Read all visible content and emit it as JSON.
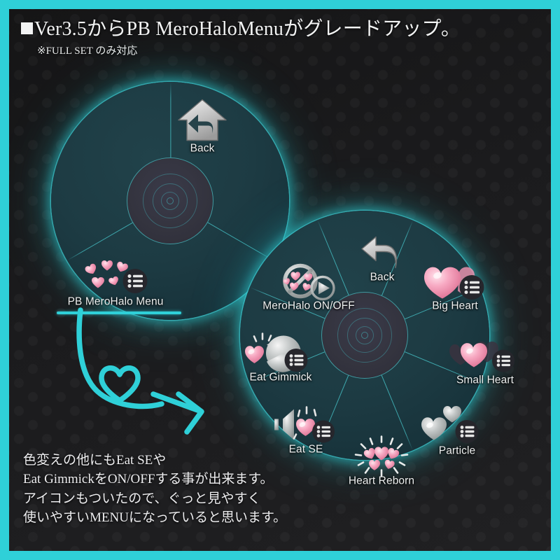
{
  "header": {
    "bullet": "■",
    "title": "Ver3.5からPB MeroHaloMenuがグレードアップ。",
    "subtitle": "※FULL SET のみ対応"
  },
  "footer": {
    "lines": [
      "色変えの他にもEat SEや",
      "Eat GimmickをON/OFFする事が出来ます。",
      "アイコンもついたので、ぐっと見やすく",
      "使いやすいMENUになっていると思います。"
    ]
  },
  "left_menu": {
    "name": "PB MeroHalo parent radial menu",
    "segments": 3,
    "items": [
      {
        "label": "Back",
        "icon": "house-back-icon"
      },
      {
        "label": "PB MeroHalo Menu",
        "icon": "heart-cluster-list-icon",
        "highlighted": true
      }
    ]
  },
  "right_menu": {
    "name": "PB MeroHalo Menu radial menu",
    "segments": 8,
    "items": [
      {
        "label": "Back",
        "icon": "back-arrow-icon"
      },
      {
        "label": "Big Heart",
        "icon": "big-heart-list-icon"
      },
      {
        "label": "Small Heart",
        "icon": "small-heart-list-icon"
      },
      {
        "label": "Particle",
        "icon": "particle-hearts-list-icon"
      },
      {
        "label": "Heart Reborn",
        "icon": "heart-burst-icon"
      },
      {
        "label": "Eat SE",
        "icon": "speaker-heart-list-icon"
      },
      {
        "label": "Eat Gimmick",
        "icon": "pacman-heart-list-icon"
      },
      {
        "label": "MeroHalo ON/OFF",
        "icon": "toggle-halo-play-icon"
      }
    ]
  },
  "annotation": {
    "type": "curved-heart-arrow",
    "direction": "points-right-to-submenu"
  },
  "colors": {
    "border": "#2fd0d8",
    "accent": "#2fd0d8",
    "wheel": "#1d3b43",
    "hub": "#34343f",
    "heart_pink": "#f08aa8",
    "background": "#1b1b1d",
    "text": "#eef0f0"
  }
}
